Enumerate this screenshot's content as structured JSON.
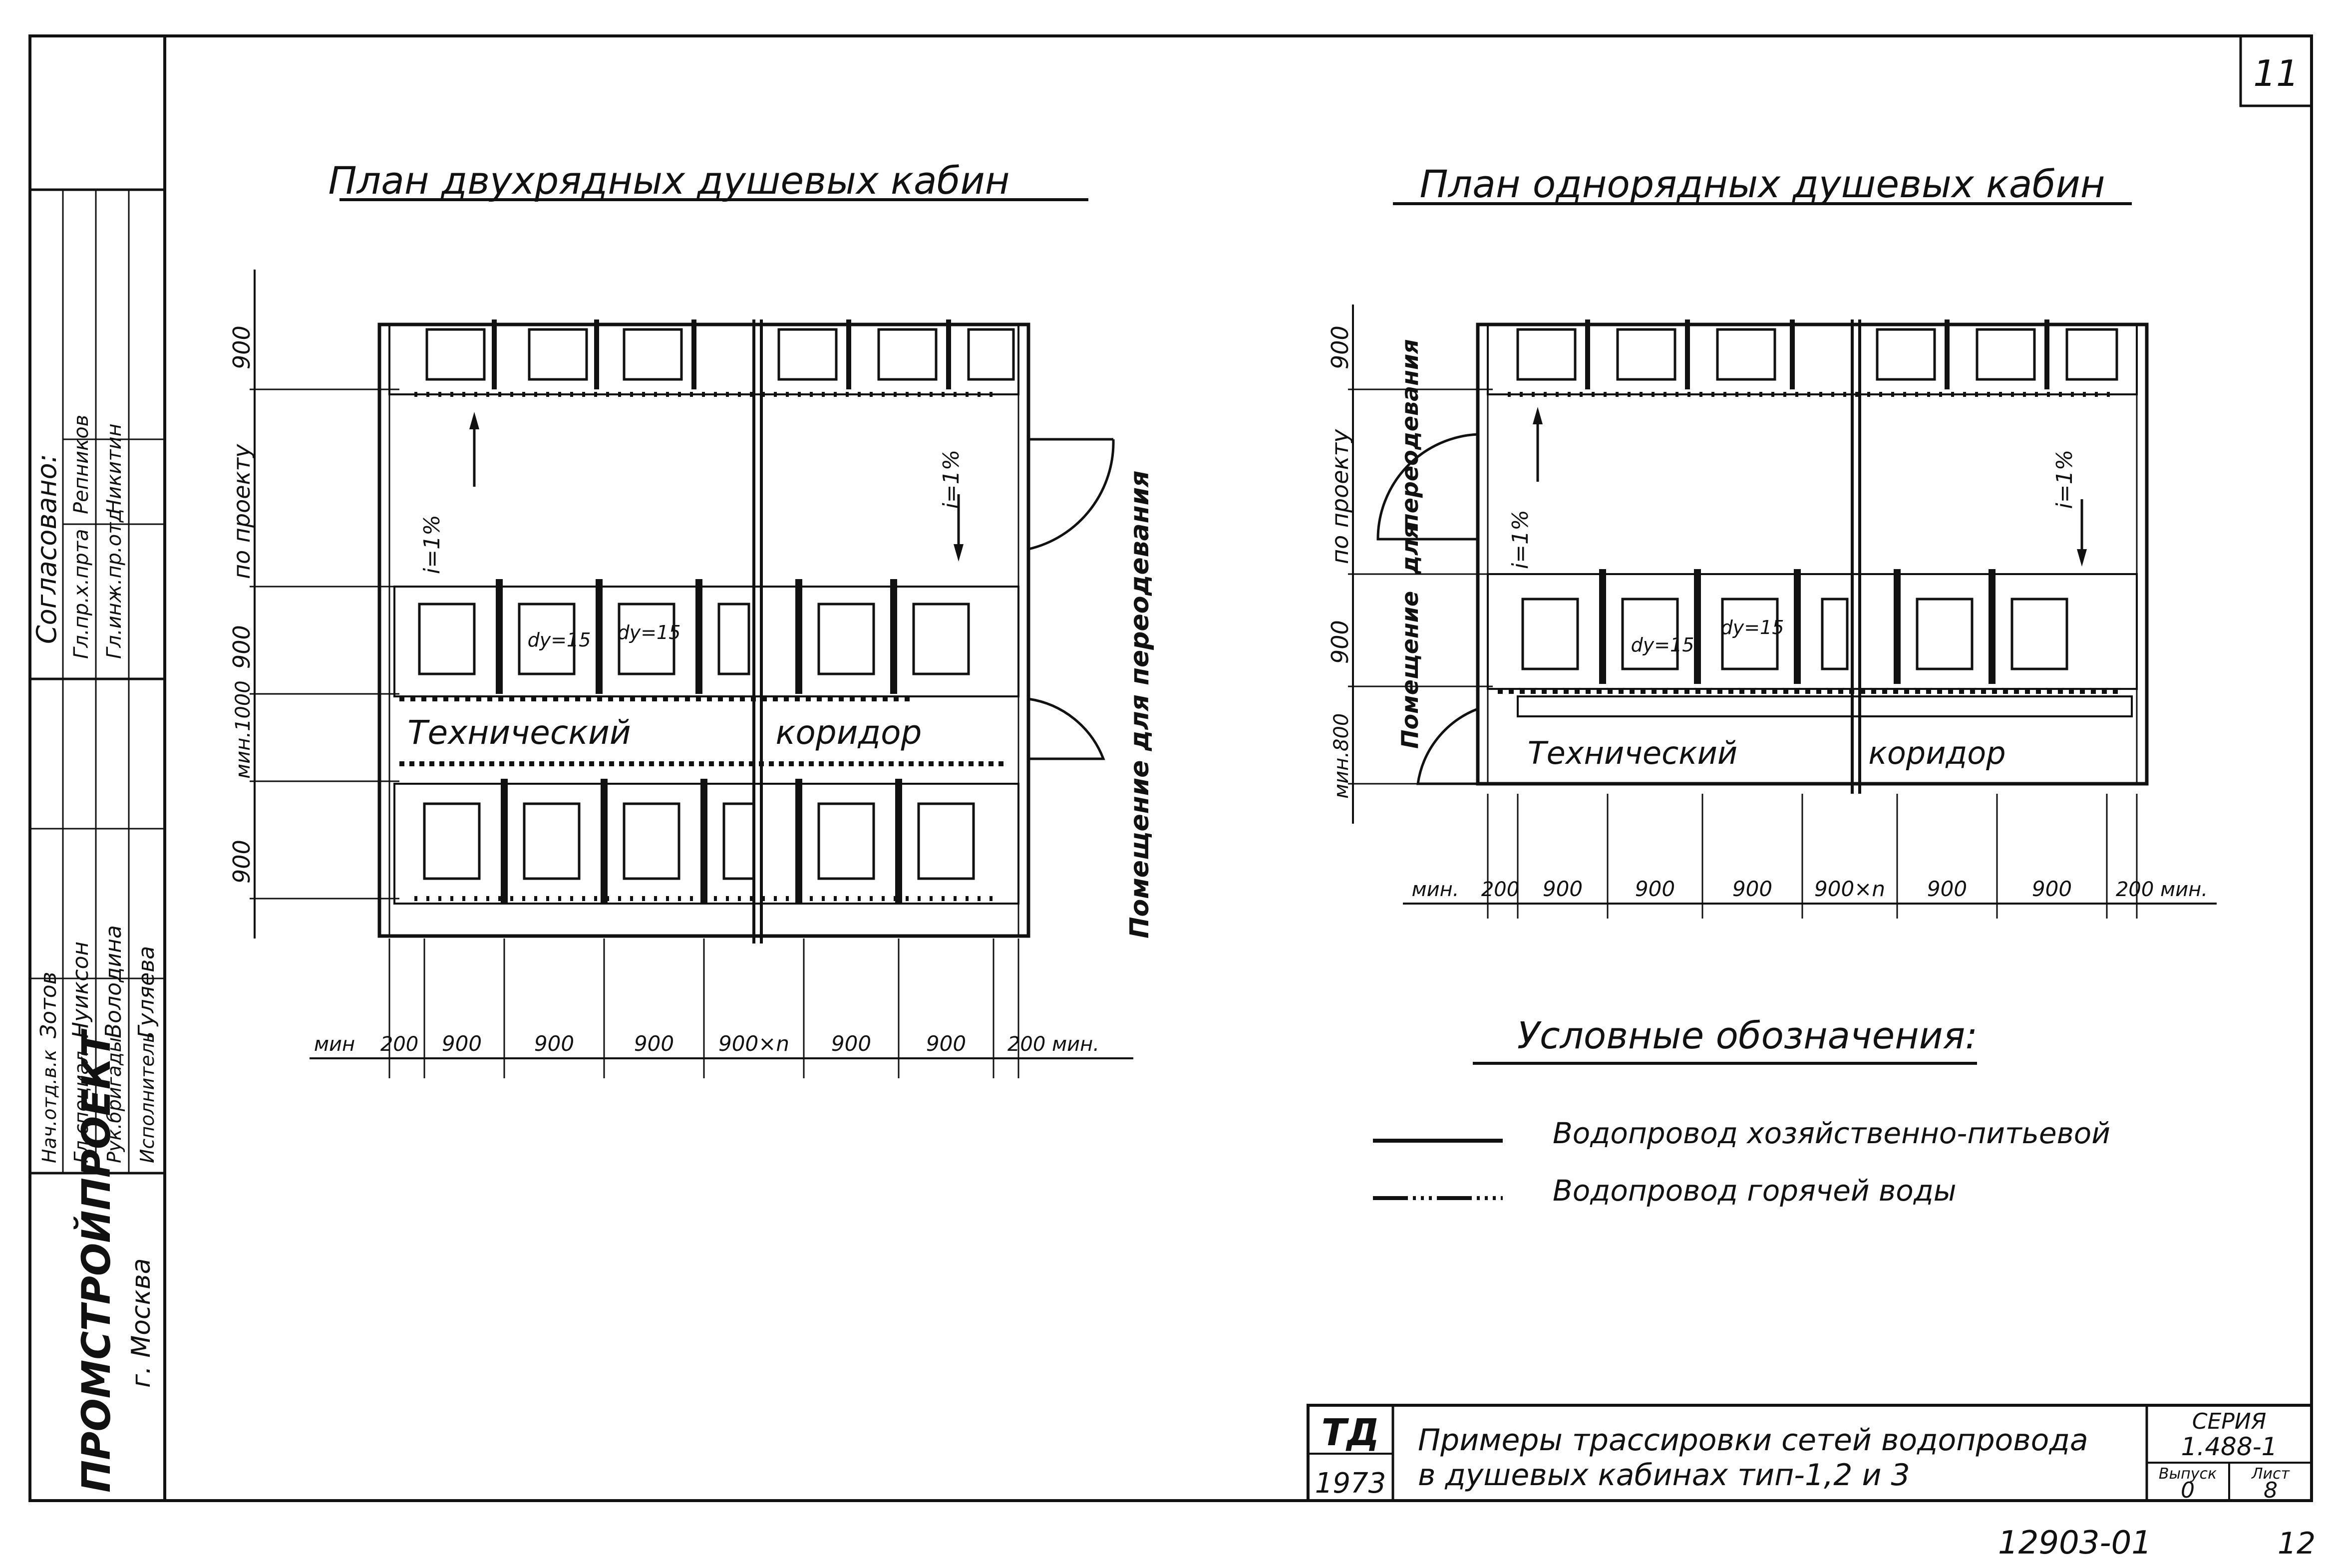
{
  "sheet": {
    "number": "11",
    "footer_code": "12903-01",
    "footer_page": "12"
  },
  "plan_double": {
    "title": "План двухрядных душевых кабин",
    "room_label": "Помещение для переодевания",
    "corridor_label_left": "Технический",
    "corridor_label_right": "коридор",
    "slope": "i=1%",
    "dy_1": "dy=15",
    "dy_2": "dy=15",
    "v_dims": [
      "900",
      "по проекту",
      "900",
      "мин.1000",
      "900"
    ],
    "h_dims": [
      "мин",
      "200",
      "900",
      "900",
      "900",
      "900×n",
      "900",
      "900",
      "200 мин."
    ]
  },
  "plan_single": {
    "title": "План однорядных душевых кабин",
    "room_label_top": "переодевания",
    "room_label_mid": "для",
    "room_label_bot": "Помещение",
    "corridor_label_left": "Технический",
    "corridor_label_right": "коридор",
    "slope": "i=1%",
    "dy_1": "dy=15",
    "dy_2": "dy=15",
    "v_dims": [
      "900",
      "по проекту",
      "900",
      "мин.800"
    ],
    "h_dims": [
      "мин.",
      "200",
      "900",
      "900",
      "900",
      "900×n",
      "900",
      "900",
      "200 мин."
    ]
  },
  "legend": {
    "title": "Условные обозначения:",
    "items": [
      {
        "label": "Водопровод хозяйственно-питьевой"
      },
      {
        "label": "Водопровод горячей воды"
      }
    ]
  },
  "title_block": {
    "td": "ТД",
    "year": "1973",
    "description_line1": "Примеры трассировки сетей водопровода",
    "description_line2": "в душевых кабинах тип-1,2 и 3",
    "series_label": "СЕРИЯ",
    "series_value": "1.488-1",
    "issue_label": "Выпуск",
    "issue_value": "0",
    "sheet_label": "Лист",
    "sheet_value": "8"
  },
  "side_stamp": {
    "org": "ПРОМСТРОЙПРОЕКТ",
    "city": "г. Москва",
    "approved": "Согласовано:",
    "approvals": [
      {
        "role": "Гл.пр.х.прта",
        "name": "Репников"
      },
      {
        "role": "Гл.инж.пр.отд",
        "name": "Никитин"
      }
    ],
    "staff": [
      {
        "role": "Нач.отд.в.к",
        "name": "Зотов"
      },
      {
        "role": "Гл.специал",
        "name": "Нуиксон"
      },
      {
        "role": "Рук.бригады",
        "name": "Володина"
      },
      {
        "role": "Исполнитель",
        "name": "Гуляева"
      }
    ]
  }
}
